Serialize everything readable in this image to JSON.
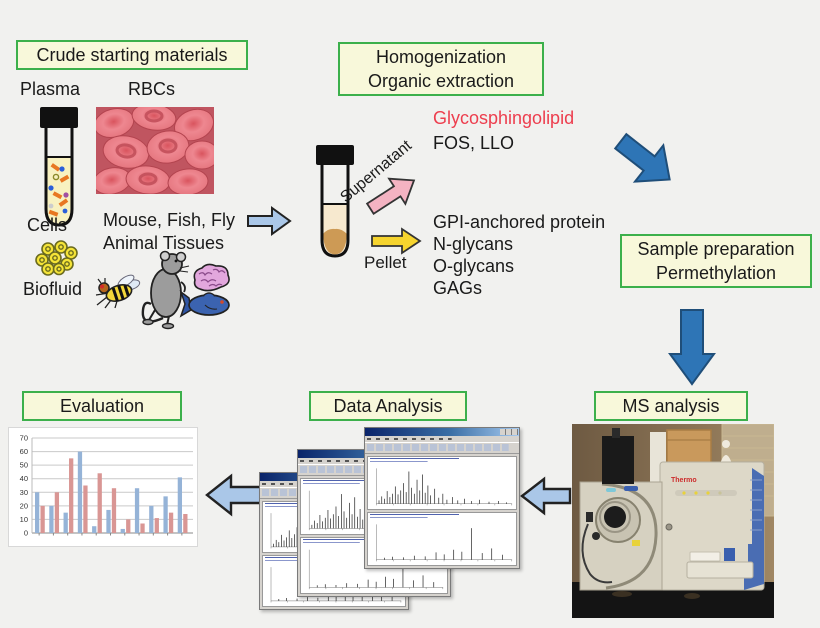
{
  "flow": {
    "crude_box": "Crude starting materials",
    "homogenization_box": [
      "Homogenization",
      "Organic extraction"
    ],
    "sample_prep_box": [
      "Sample preparation",
      "Permethylation"
    ],
    "evaluation_box": "Evaluation",
    "data_analysis_box": "Data Analysis",
    "ms_analysis_box": "MS analysis"
  },
  "materials": {
    "plasma": "Plasma",
    "rbcs": "RBCs",
    "cells": "Cells",
    "biofluid": "Biofluid",
    "tissues": [
      "Mouse, Fish, Fly",
      "Animal Tissues"
    ]
  },
  "separation": {
    "supernatant_label": "Supernatant",
    "pellet_label": "Pellet",
    "supernatant_product_highlight": "Glycosphingolipid",
    "supernatant_product_other": "FOS, LLO",
    "pellet_products": [
      "GPI-anchored protein",
      "N-glycans",
      "O-glycans",
      "GAGs"
    ]
  },
  "ms_photo": {
    "brand": "Thermo"
  },
  "colors": {
    "background": "#f1f1ef",
    "box_bg": "#f8f8da",
    "box_border": "#3cb04b",
    "highlight_red": "#ed3e4e",
    "flow_arrow_blue": "#2e75b6",
    "flow_arrow_blue_dark": "#1f4e79",
    "light_arrow_blue": "#aac7e8",
    "supernatant_arrow_pink": "#f4b3c2",
    "pellet_arrow_yellow": "#f6d42e",
    "bar_blue": "#95b3d7",
    "bar_red": "#d99694"
  },
  "chart_data": {
    "type": "bar",
    "title": "",
    "xlabel": "",
    "ylabel": "",
    "x_tick_labels_visible": false,
    "categories": [
      "1",
      "2",
      "3",
      "4",
      "5",
      "6",
      "7",
      "8",
      "9",
      "10",
      "11"
    ],
    "series": [
      {
        "name": "blue",
        "color": "#95b3d7",
        "values": [
          30,
          20,
          15,
          60,
          5,
          17,
          3,
          33,
          20,
          27,
          41
        ]
      },
      {
        "name": "red",
        "color": "#d99694",
        "values": [
          20,
          30,
          55,
          35,
          44,
          33,
          10,
          7,
          11,
          15,
          14
        ]
      }
    ],
    "ylim": [
      0,
      70
    ],
    "yticks": [
      0,
      10,
      20,
      30,
      40,
      50,
      60,
      70
    ],
    "grid": true,
    "legend": false
  },
  "spectra": {
    "busy": [
      [
        0.02,
        0.1
      ],
      [
        0.04,
        0.22
      ],
      [
        0.06,
        0.15
      ],
      [
        0.08,
        0.38
      ],
      [
        0.1,
        0.2
      ],
      [
        0.12,
        0.3
      ],
      [
        0.14,
        0.52
      ],
      [
        0.16,
        0.28
      ],
      [
        0.18,
        0.4
      ],
      [
        0.2,
        0.62
      ],
      [
        0.22,
        0.35
      ],
      [
        0.24,
        0.97
      ],
      [
        0.26,
        0.48
      ],
      [
        0.28,
        0.3
      ],
      [
        0.3,
        0.72
      ],
      [
        0.32,
        0.4
      ],
      [
        0.34,
        0.88
      ],
      [
        0.36,
        0.33
      ],
      [
        0.38,
        0.55
      ],
      [
        0.4,
        0.25
      ],
      [
        0.43,
        0.45
      ],
      [
        0.46,
        0.18
      ],
      [
        0.49,
        0.3
      ],
      [
        0.52,
        0.12
      ],
      [
        0.56,
        0.2
      ],
      [
        0.6,
        0.1
      ],
      [
        0.65,
        0.15
      ],
      [
        0.7,
        0.08
      ],
      [
        0.76,
        0.12
      ],
      [
        0.83,
        0.06
      ],
      [
        0.9,
        0.08
      ],
      [
        0.96,
        0.04
      ]
    ],
    "sparse": [
      [
        0.06,
        0.06
      ],
      [
        0.12,
        0.09
      ],
      [
        0.2,
        0.07
      ],
      [
        0.28,
        0.12
      ],
      [
        0.36,
        0.1
      ],
      [
        0.44,
        0.22
      ],
      [
        0.5,
        0.16
      ],
      [
        0.57,
        0.3
      ],
      [
        0.63,
        0.24
      ],
      [
        0.7,
        0.95
      ],
      [
        0.78,
        0.2
      ],
      [
        0.85,
        0.34
      ],
      [
        0.93,
        0.15
      ]
    ]
  }
}
